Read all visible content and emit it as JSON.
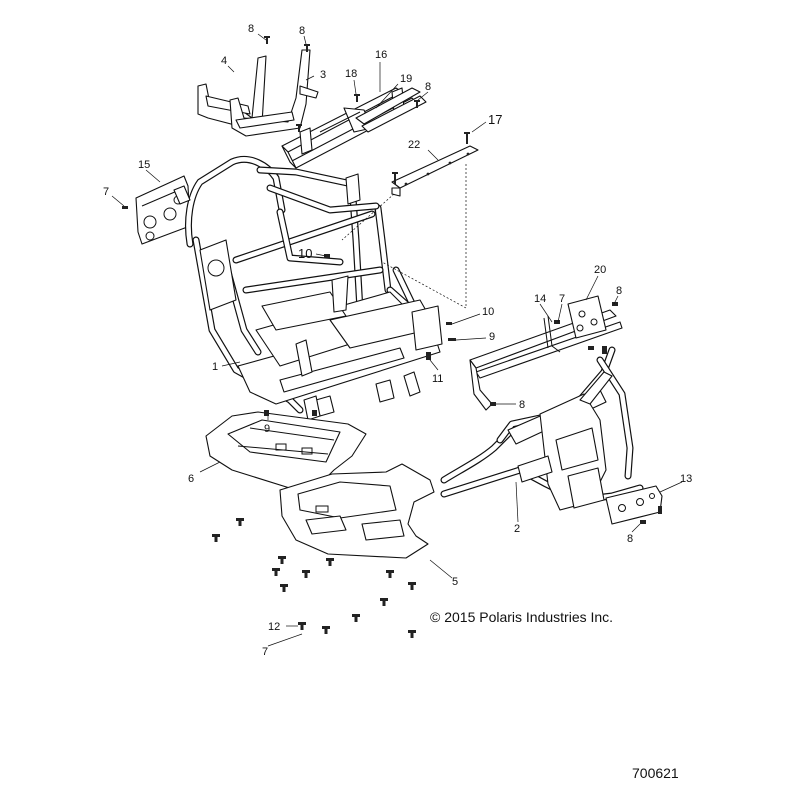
{
  "copyright": "© 2015 Polaris Industries Inc.",
  "diagram_number": "700621",
  "callouts": [
    {
      "id": "c8a",
      "label": "8"
    },
    {
      "id": "c8b",
      "label": "8"
    },
    {
      "id": "c4",
      "label": "4"
    },
    {
      "id": "c3",
      "label": "3"
    },
    {
      "id": "c16",
      "label": "16"
    },
    {
      "id": "c18",
      "label": "18"
    },
    {
      "id": "c19",
      "label": "19"
    },
    {
      "id": "c8c",
      "label": "8"
    },
    {
      "id": "c17",
      "label": "17"
    },
    {
      "id": "c22",
      "label": "22"
    },
    {
      "id": "c15",
      "label": "15"
    },
    {
      "id": "c7a",
      "label": "7"
    },
    {
      "id": "c10a",
      "label": "10"
    },
    {
      "id": "c20",
      "label": "20"
    },
    {
      "id": "c14",
      "label": "14"
    },
    {
      "id": "c7b",
      "label": "7"
    },
    {
      "id": "c8d",
      "label": "8"
    },
    {
      "id": "c10b",
      "label": "10"
    },
    {
      "id": "c9a",
      "label": "9"
    },
    {
      "id": "c1",
      "label": "1"
    },
    {
      "id": "c11",
      "label": "11"
    },
    {
      "id": "c8e",
      "label": "8"
    },
    {
      "id": "c9b",
      "label": "9"
    },
    {
      "id": "c6",
      "label": "6"
    },
    {
      "id": "c13",
      "label": "13"
    },
    {
      "id": "c2",
      "label": "2"
    },
    {
      "id": "c8f",
      "label": "8"
    },
    {
      "id": "c5",
      "label": "5"
    },
    {
      "id": "c12",
      "label": "12"
    },
    {
      "id": "c7c",
      "label": "7"
    }
  ]
}
